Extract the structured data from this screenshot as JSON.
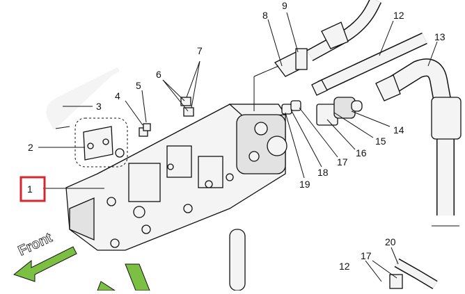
{
  "front_label": "Front",
  "highlight_color": "#d6262e",
  "arrow_color": "#7cc043",
  "callouts": [
    "1",
    "2",
    "3",
    "4",
    "5",
    "6",
    "7",
    "8",
    "9",
    "12",
    "13",
    "14",
    "15",
    "16",
    "17",
    "18",
    "19",
    "20",
    "12",
    "17"
  ]
}
